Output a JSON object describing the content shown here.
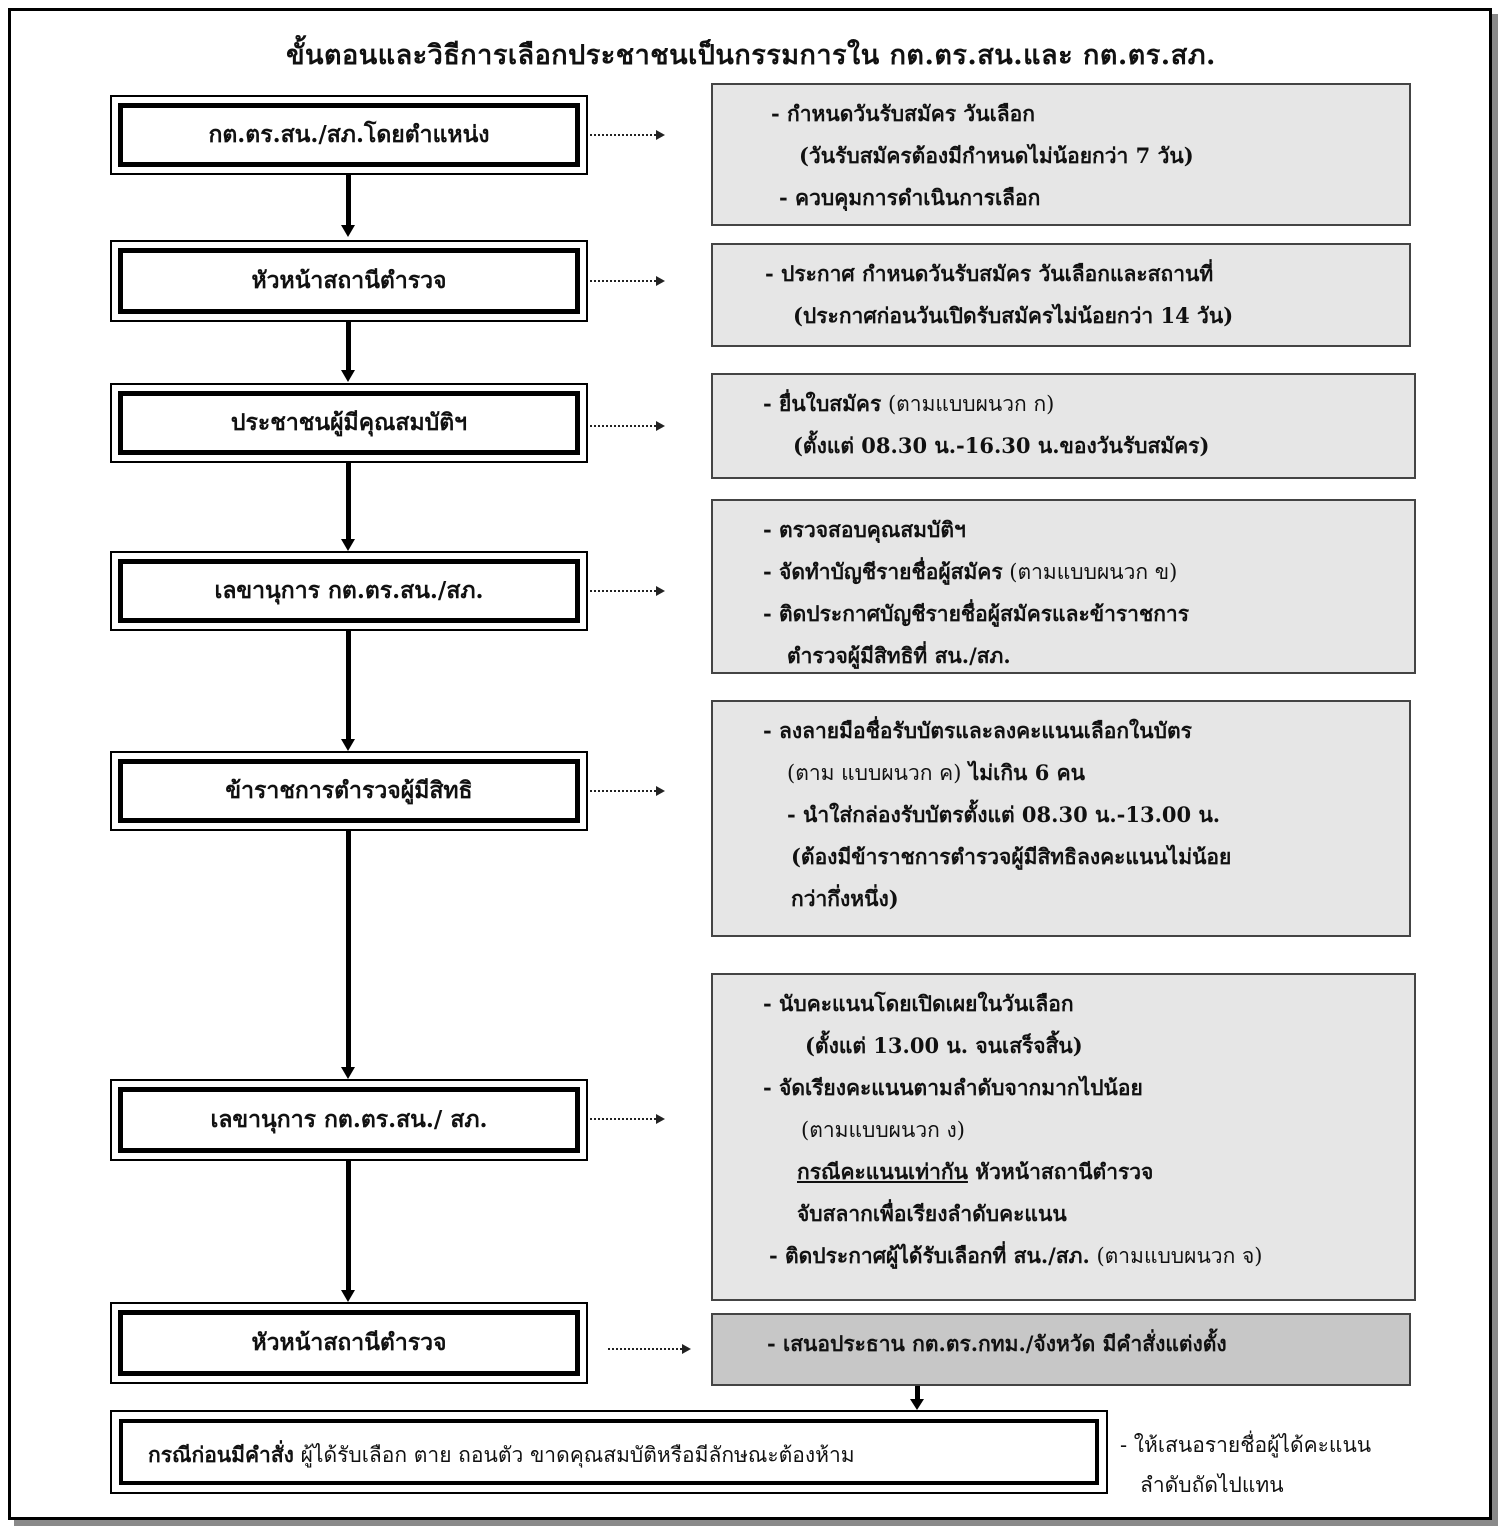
{
  "title": "ขั้นตอนและวิธีการเลือกประชาชนเป็นกรรมการใน กต.ตร.สน.และ กต.ตร.สภ.",
  "steps": [
    {
      "label": "กต.ตร.สน./สภ.โดยตำแหน่ง",
      "notes": [
        {
          "b": "- กำหนดวันรับสมัคร วันเลือก"
        },
        {
          "b": "(วันรับสมัครต้องมีกำหนดไม่น้อยกว่า 7 วัน)"
        },
        {
          "b": "- ควบคุมการดำเนินการเลือก"
        }
      ]
    },
    {
      "label": "หัวหน้าสถานีตำรวจ",
      "notes": [
        {
          "b": "- ประกาศ กำหนดวันรับสมัคร วันเลือกและสถานที่"
        },
        {
          "b": "(ประกาศก่อนวันเปิดรับสมัครไม่น้อยกว่า 14 วัน)"
        }
      ]
    },
    {
      "label": "ประชาชนผู้มีคุณสมบัติฯ",
      "notes": [
        {
          "b": "- ยื่นใบสมัคร",
          "n": " (ตามแบบผนวก ก)"
        },
        {
          "b": "(ตั้งแต่ 08.30 น.-16.30 น.ของวันรับสมัคร)"
        }
      ]
    },
    {
      "label": "เลขานุการ กต.ตร.สน./สภ.",
      "notes": [
        {
          "b": "- ตรวจสอบคุณสมบัติฯ"
        },
        {
          "b": "- จัดทำบัญชีรายชื่อผู้สมัคร",
          "n": " (ตามแบบผนวก ข)"
        },
        {
          "b": "- ติดประกาศบัญชีรายชื่อผู้สมัครและข้าราชการ"
        },
        {
          "b": "ตำรวจผู้มีสิทธิที่ สน./สภ."
        }
      ]
    },
    {
      "label": "ข้าราชการตำรวจผู้มีสิทธิ",
      "notes": [
        {
          "b": "- ลงลายมือชื่อรับบัตรและลงคะแนนเลือกในบัตร"
        },
        {
          "n": "(ตาม แบบผนวก ค)",
          "b": " ไม่เกิน 6 คน"
        },
        {
          "b": "- นำใส่กล่องรับบัตรตั้งแต่ 08.30 น.-13.00 น."
        },
        {
          "b": "(ต้องมีข้าราชการตำรวจผู้มีสิทธิลงคะแนนไม่น้อย"
        },
        {
          "b": "กว่ากึ่งหนึ่ง)"
        }
      ]
    },
    {
      "label": "เลขานุการ กต.ตร.สน./ สภ.",
      "notes": [
        {
          "b": "- นับคะแนนโดยเปิดเผยในวันเลือก"
        },
        {
          "b": "(ตั้งแต่ 13.00 น. จนเสร็จสิ้น)"
        },
        {
          "b": "- จัดเรียงคะแนนตามลำดับจากมากไปน้อย"
        },
        {
          "n": "(ตามแบบผนวก ง)"
        },
        {
          "u": "กรณีคะแนนเท่ากัน",
          "b": "   หัวหน้าสถานีตำรวจ"
        },
        {
          "b": "จับสลากเพื่อเรียงลำดับคะแนน"
        },
        {
          "b": "- ติดประกาศผู้ได้รับเลือกที่ สน./สภ.",
          "n": " (ตามแบบผนวก จ)"
        }
      ]
    },
    {
      "label": "หัวหน้าสถานีตำรวจ",
      "notes": [
        {
          "b": "- เสนอประธาน กต.ตร.กทม./จังหวัด มีคำสั่งแต่งตั้ง"
        }
      ]
    }
  ],
  "final_case": {
    "bold": "กรณีก่อนมีคำสั่ง",
    "text": "  ผู้ได้รับเลือก ตาย  ถอนตัว  ขาดคุณสมบัติหรือมีลักษณะต้องห้าม"
  },
  "side_note": {
    "line1": "- ให้เสนอรายชื่อผู้ได้คะแนน",
    "line2": "ลำดับถัดไปแทน"
  }
}
